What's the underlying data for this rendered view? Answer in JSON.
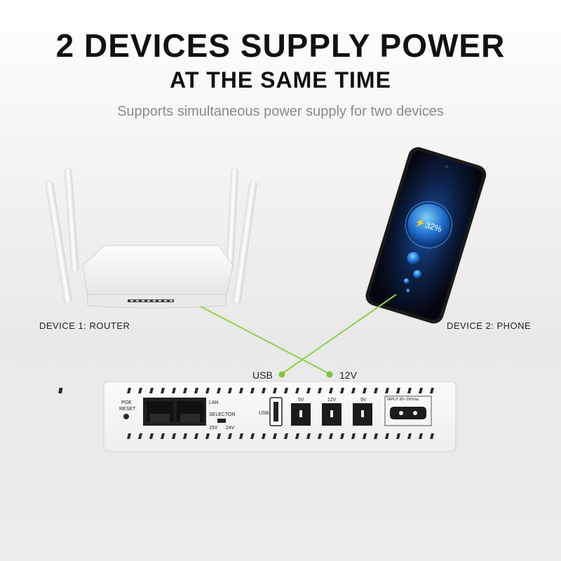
{
  "heading": {
    "line1": "2 DEVICES SUPPLY POWER",
    "line2": "AT THE SAME TIME",
    "subtitle": "Supports simultaneous power supply for two devices"
  },
  "devices": {
    "device1_label": "DEVICE 1: ROUTER",
    "device2_label": "DEVICE 2: PHONE"
  },
  "ports": {
    "usb_callout": "USB",
    "v12_callout": "12V"
  },
  "phone_screen": {
    "battery_text": "⚡32%"
  },
  "unit_labels": {
    "poe": "POE",
    "reset": "RESET",
    "lan": "LAN",
    "selector": "SELECTOR",
    "v15": "15V",
    "v24": "24V",
    "usb": "USB",
    "v5": "5V",
    "v12": "12V",
    "v9": "9V",
    "input": "INPUT  85~260Vac"
  },
  "colors": {
    "connector_line": "#8dd14a",
    "dot": "#7cc63a"
  }
}
